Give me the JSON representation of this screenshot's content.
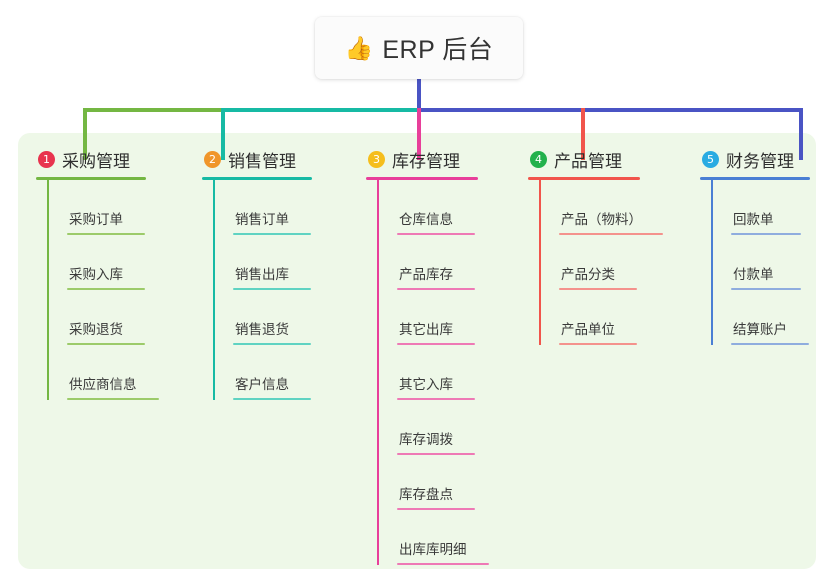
{
  "root": {
    "icon": "thumbs-up-icon",
    "emoji": "👍",
    "title": "ERP 后台"
  },
  "colors": {
    "panel_bg": "#eef8e8",
    "root_bg": "#fbfbfb",
    "bus_green": "#74b743",
    "bus_teal": "#17baa4",
    "bus_blue": "#4a54c4",
    "drop_pink": "#e83f9a",
    "drop_red": "#f1554c",
    "badge_1": "#e8344e",
    "badge_2": "#f0962a",
    "badge_3": "#f5be1d",
    "badge_4": "#22b14c",
    "badge_5": "#29abe2",
    "text_dark": "#2f2f2f",
    "text_leaf": "#3a3a3a"
  },
  "columns": [
    {
      "number": "1",
      "badge_color": "#e8344e",
      "line_color": "#74b743",
      "leaf_line_color": "#9ccb6a",
      "title": "采购管理",
      "head_rule_width": 110,
      "leaves": [
        {
          "label": "采购订单",
          "rule_width": 78
        },
        {
          "label": "采购入库",
          "rule_width": 78
        },
        {
          "label": "采购退货",
          "rule_width": 78
        },
        {
          "label": "供应商信息",
          "rule_width": 92
        }
      ]
    },
    {
      "number": "2",
      "badge_color": "#f0962a",
      "line_color": "#17baa4",
      "leaf_line_color": "#5fd3c2",
      "title": "销售管理",
      "head_rule_width": 110,
      "leaves": [
        {
          "label": "销售订单",
          "rule_width": 78
        },
        {
          "label": "销售出库",
          "rule_width": 78
        },
        {
          "label": "销售退货",
          "rule_width": 78
        },
        {
          "label": "客户信息",
          "rule_width": 78
        }
      ]
    },
    {
      "number": "3",
      "badge_color": "#f5be1d",
      "line_color": "#e83f9a",
      "leaf_line_color": "#ee79b5",
      "title": "库存管理",
      "head_rule_width": 112,
      "leaves": [
        {
          "label": "仓库信息",
          "rule_width": 78
        },
        {
          "label": "产品库存",
          "rule_width": 78
        },
        {
          "label": "其它出库",
          "rule_width": 78
        },
        {
          "label": "其它入库",
          "rule_width": 78
        },
        {
          "label": "库存调拨",
          "rule_width": 78
        },
        {
          "label": "库存盘点",
          "rule_width": 78
        },
        {
          "label": "出库库明细",
          "rule_width": 92
        }
      ]
    },
    {
      "number": "4",
      "badge_color": "#22b14c",
      "line_color": "#f1554c",
      "leaf_line_color": "#f4928c",
      "title": "产品管理",
      "head_rule_width": 112,
      "leaves": [
        {
          "label": "产品（物料）",
          "rule_width": 104
        },
        {
          "label": "产品分类",
          "rule_width": 78
        },
        {
          "label": "产品单位",
          "rule_width": 78
        }
      ]
    },
    {
      "number": "5",
      "badge_color": "#29abe2",
      "line_color": "#4a7fd4",
      "leaf_line_color": "#8fadde",
      "title": "财务管理",
      "head_rule_width": 110,
      "leaves": [
        {
          "label": "回款单",
          "rule_width": 70
        },
        {
          "label": "付款单",
          "rule_width": 70
        },
        {
          "label": "结算账户",
          "rule_width": 78
        }
      ]
    }
  ]
}
